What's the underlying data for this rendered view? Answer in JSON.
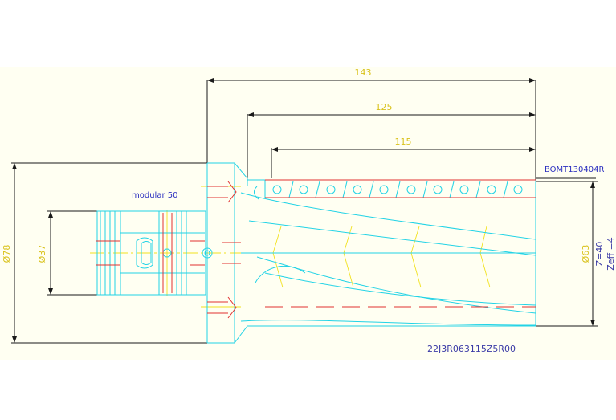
{
  "drawing": {
    "dimensions": {
      "overall_length": "143",
      "flute_length": "125",
      "cutting_length": "115",
      "shank_diameter": "Ø78",
      "connection_diameter": "Ø37",
      "cutting_diameter": "Ø63"
    },
    "labels": {
      "connection": "modular 50",
      "insert": "BOMT130404R",
      "z_count": "Z=40",
      "z_eff": "Zeff =4",
      "part_number": "22J3R063115Z5R00"
    },
    "colors": {
      "outline": "#22d3e6",
      "dimension": "#1a1a1a",
      "dimension_text": "#d9c21a",
      "centerline": "#f2e21e",
      "hidden_red": "#e03030",
      "label_blue": "#2b2fbf",
      "background": "#fffff2"
    }
  }
}
